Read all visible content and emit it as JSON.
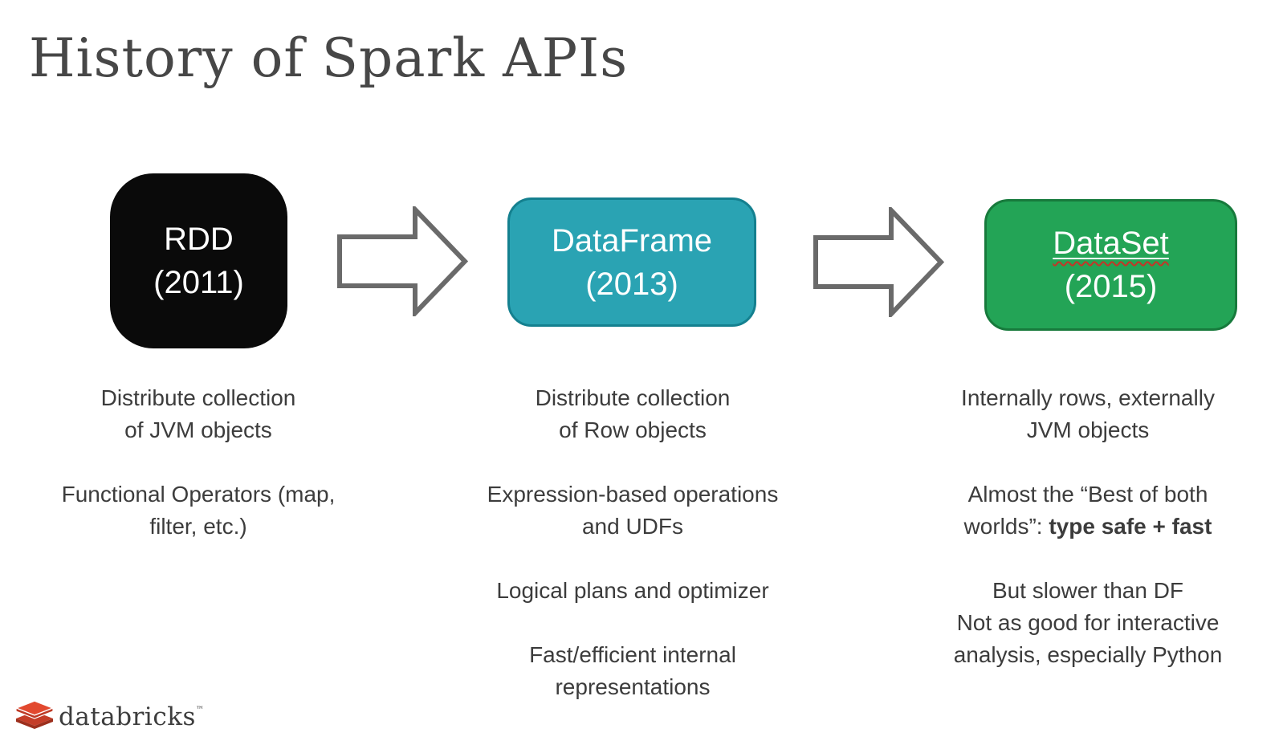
{
  "slide": {
    "title": "History of Spark APIs"
  },
  "timeline": {
    "arrow_color": "#6a6a6a",
    "nodes": [
      {
        "name": "RDD",
        "year": "(2011)",
        "fill": "#0a0a0a",
        "border": "#0a0a0a",
        "text_color": "#ffffff"
      },
      {
        "name": "DataFrame",
        "year": "(2013)",
        "fill": "#2aa3b3",
        "border": "#14808f",
        "text_color": "#ffffff"
      },
      {
        "name": "DataSet",
        "year": "(2015)",
        "fill": "#23a456",
        "border": "#177a3c",
        "text_color": "#ffffff"
      }
    ]
  },
  "columns": [
    {
      "node": "RDD",
      "paragraphs": [
        {
          "lines": [
            "Distribute collection",
            "of JVM objects"
          ]
        },
        {
          "lines": [
            "Functional Operators (map,",
            "filter, etc.)"
          ]
        }
      ]
    },
    {
      "node": "DataFrame",
      "paragraphs": [
        {
          "lines": [
            "Distribute collection",
            "of Row objects"
          ]
        },
        {
          "lines": [
            "Expression-based operations",
            "and UDFs"
          ]
        },
        {
          "lines": [
            "Logical plans and optimizer"
          ]
        },
        {
          "lines": [
            "Fast/efficient internal",
            "representations"
          ]
        }
      ]
    },
    {
      "node": "DataSet",
      "paragraphs": [
        {
          "lines": [
            "Internally rows, externally",
            "JVM objects"
          ]
        },
        {
          "line1": "Almost the “Best of both",
          "line2_prefix": "worlds”: ",
          "line2_emphasis": "type safe + fast"
        },
        {
          "lines": [
            "But slower than DF",
            "Not as good for interactive",
            "analysis, especially Python"
          ]
        }
      ]
    }
  ],
  "logo": {
    "brand": "databricks",
    "trademark": "™",
    "icon_colors": {
      "top_face": "#e2492f",
      "top_edge": "#bе3b27",
      "bottom_face": "#c43d28",
      "bottom_edge": "#9c2f1d"
    }
  },
  "colors": {
    "background": "#ffffff",
    "title_text": "#474747",
    "body_text": "#3c3c3c",
    "squiggle_red": "#c43527",
    "underline_white": "#ffffff"
  }
}
